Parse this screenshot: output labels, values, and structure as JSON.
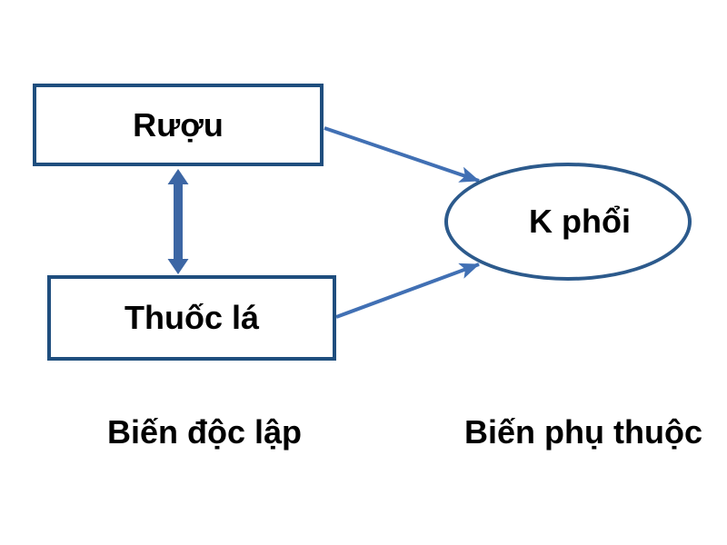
{
  "diagram": {
    "nodes": [
      {
        "id": "alcohol",
        "shape": "rectangle",
        "label": "Rượu"
      },
      {
        "id": "tobacco",
        "shape": "rectangle",
        "label": "Thuốc lá"
      },
      {
        "id": "lung-cancer",
        "shape": "ellipse",
        "label": "K phổi"
      }
    ],
    "edges": [
      {
        "from": "alcohol",
        "to": "tobacco",
        "type": "double-headed-arrow"
      },
      {
        "from": "alcohol",
        "to": "lung-cancer",
        "type": "arrow"
      },
      {
        "from": "tobacco",
        "to": "lung-cancer",
        "type": "arrow"
      }
    ],
    "captions": [
      {
        "text": "Biến độc lập"
      },
      {
        "text": "Biến phụ thuộc"
      }
    ]
  },
  "colors": {
    "node_border": "#1f4e7e",
    "ellipse_border": "#2c5a8c",
    "connector": "#4170b4",
    "double_arrow": "#3c66a4",
    "label_text": "#000000",
    "background": "#ffffff"
  }
}
